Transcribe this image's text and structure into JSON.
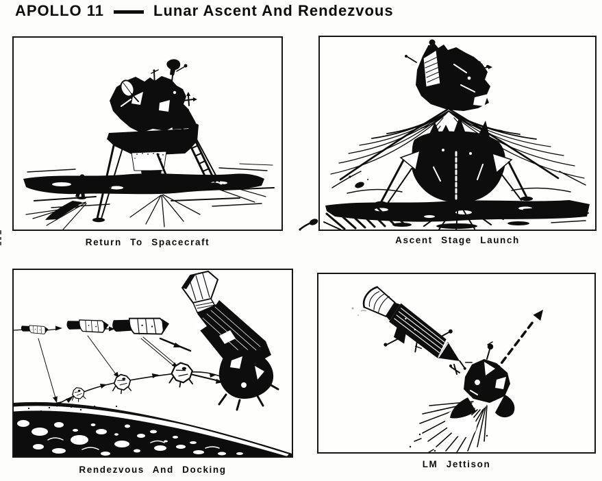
{
  "title": {
    "program": "APOLLO 11",
    "subtitle": "Lunar Ascent And Rendezvous"
  },
  "colors": {
    "paper": "#fdfdfb",
    "ink": "#0d0d0d"
  },
  "panels": [
    {
      "key": "return-to-spacecraft",
      "caption": "Return To Spacecraft",
      "illustration": "astronaut walking back to lunar module on lunar surface"
    },
    {
      "key": "ascent-stage-launch",
      "caption": "Ascent Stage Launch",
      "illustration": "LM ascent stage lifting off descent stage with exhaust plume"
    },
    {
      "key": "rendezvous-and-docking",
      "caption": "Rendezvous And Docking",
      "illustration": "LM ascent trajectory from lunar surface meeting CSM, shown in four phases"
    },
    {
      "key": "lm-jettison",
      "caption": "LM Jettison",
      "illustration": "CSM separating from LM, dashed arrow showing LM departure"
    }
  ]
}
